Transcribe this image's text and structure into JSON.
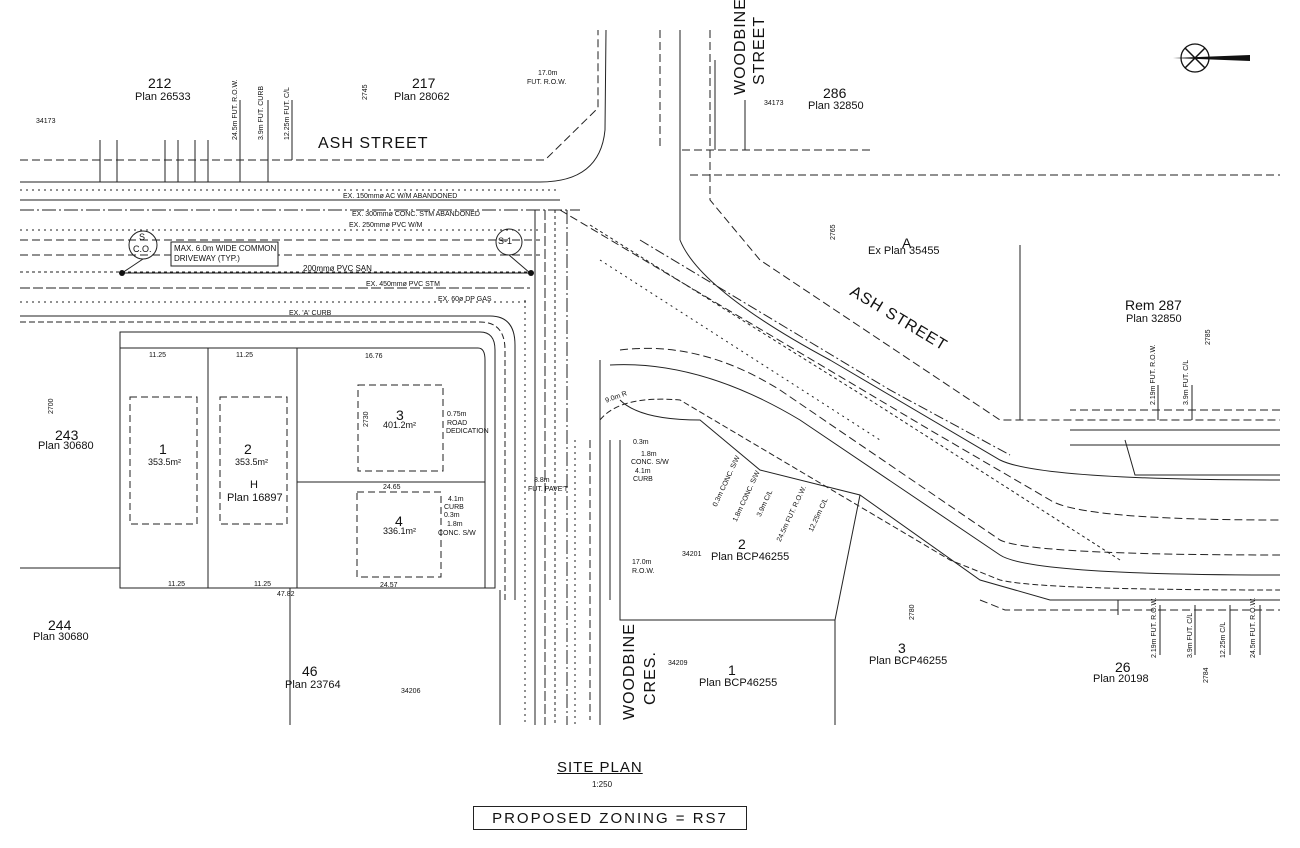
{
  "streets": {
    "ash_street_top": "ASH STREET",
    "ash_street_diag": "ASH STREET",
    "woodbine_street_line1": "WOODBINE",
    "woodbine_street_line2": "STREET",
    "woodbine_cres_line1": "WOODBINE",
    "woodbine_cres_line2": "CRES."
  },
  "parcels": [
    {
      "num": "212",
      "plan": "Plan 26533"
    },
    {
      "num": "217",
      "plan": "Plan 28062"
    },
    {
      "num": "286",
      "plan": "Plan 32850"
    },
    {
      "num": "A",
      "plan": "Ex Plan 35455"
    },
    {
      "num": "Rem 287",
      "plan": "Plan 32850"
    },
    {
      "num": "243",
      "plan": "Plan 30680"
    },
    {
      "num": "244",
      "plan": "Plan 30680"
    },
    {
      "num": "46",
      "plan": "Plan 23764"
    },
    {
      "num": "H",
      "plan": "Plan 16897"
    },
    {
      "num": "2",
      "plan": "Plan BCP46255"
    },
    {
      "num": "1",
      "plan": "Plan BCP46255"
    },
    {
      "num": "3",
      "plan": "Plan BCP46255"
    },
    {
      "num": "26",
      "plan": "Plan 20198"
    }
  ],
  "proposed_lots": [
    {
      "num": "1",
      "area": "353.5m²"
    },
    {
      "num": "2",
      "area": "353.5m²"
    },
    {
      "num": "3",
      "area": "401.2m²"
    },
    {
      "num": "4",
      "area": "336.1m²"
    }
  ],
  "addresses": [
    "34173",
    "2745",
    "34173",
    "2765",
    "2785",
    "2700",
    "2730",
    "34201",
    "34209",
    "34206",
    "2780",
    "2784"
  ],
  "callouts": {
    "driveway_line1": "MAX. 6.0m WIDE COMMON",
    "driveway_line2": "DRIVEWAY (TYP.)",
    "pvc_san": "200mmø PVC SAN",
    "ex_wm_abandoned": "EX. 150mmø AC W/M ABANDONED",
    "ex_stm_abandoned": "EX. 300mmø CONC. STM ABANDONED",
    "ex_pvc_wm": "EX. 250mmø PVC W/M",
    "ex_pvc_stm": "EX. 450mmø PVC STM",
    "ex_dp_gas": "EX. 60ø DP GAS",
    "ex_curb": "EX. 'A' CURB",
    "sco_top": "S",
    "sco_bottom": "C.O.",
    "s1": "S-1",
    "road_dedication_1": "0.75m",
    "road_dedication_2": "ROAD",
    "road_dedication_3": "DEDICATION",
    "fut_pavet_1": "8.8m",
    "fut_pavet_2": "FUT. PAVE'T",
    "curb_41": "4.1m",
    "curb_41_lbl": "CURB",
    "sw_03": "0.3m",
    "sw_18": "1.8m",
    "sw_lbl": "CONC. S/W",
    "rt_03": "0.3m",
    "rt_18": "1.8m",
    "rt_sw": "CONC. S/W",
    "rt_41": "4.1m",
    "rt_curb": "CURB",
    "row_17": "17.0m",
    "row_17_lbl": "R.O.W.",
    "fut_row_17": "17.0m",
    "fut_row_17_lbl": "FUT. R.O.W.",
    "radius": "9.0m R",
    "dim_1125a": "11.25",
    "dim_1125b": "11.25",
    "dim_1125c": "11.25",
    "dim_1125d": "11.25",
    "dim_2465": "24.65",
    "dim_2457": "24.57",
    "dim_4782": "47.82",
    "dim_1676": "16.76",
    "top_dims": [
      "24.5m FUT. R.O.W.",
      "3.9m FUT. CURB",
      "12.25m FUT. C/L"
    ],
    "right_dims": [
      "2.19m FUT. R.O.W.",
      "3.9m FUT. C/L"
    ],
    "lower_right_dims": [
      "2.19m FUT. R.O.W.",
      "3.9m FUT. C/L",
      "12.25m C/L",
      "24.5m FUT. R.O.W."
    ],
    "diag_dims": [
      "0.3m CONC. S/W",
      "1.8m CONC. S/W",
      "3.9m C/L",
      "24.5m FUT. R.O.W.",
      "12.25m C/L"
    ]
  },
  "title": {
    "site_plan": "SITE PLAN",
    "scale": "1:250",
    "zoning": "PROPOSED ZONING = RS7"
  }
}
